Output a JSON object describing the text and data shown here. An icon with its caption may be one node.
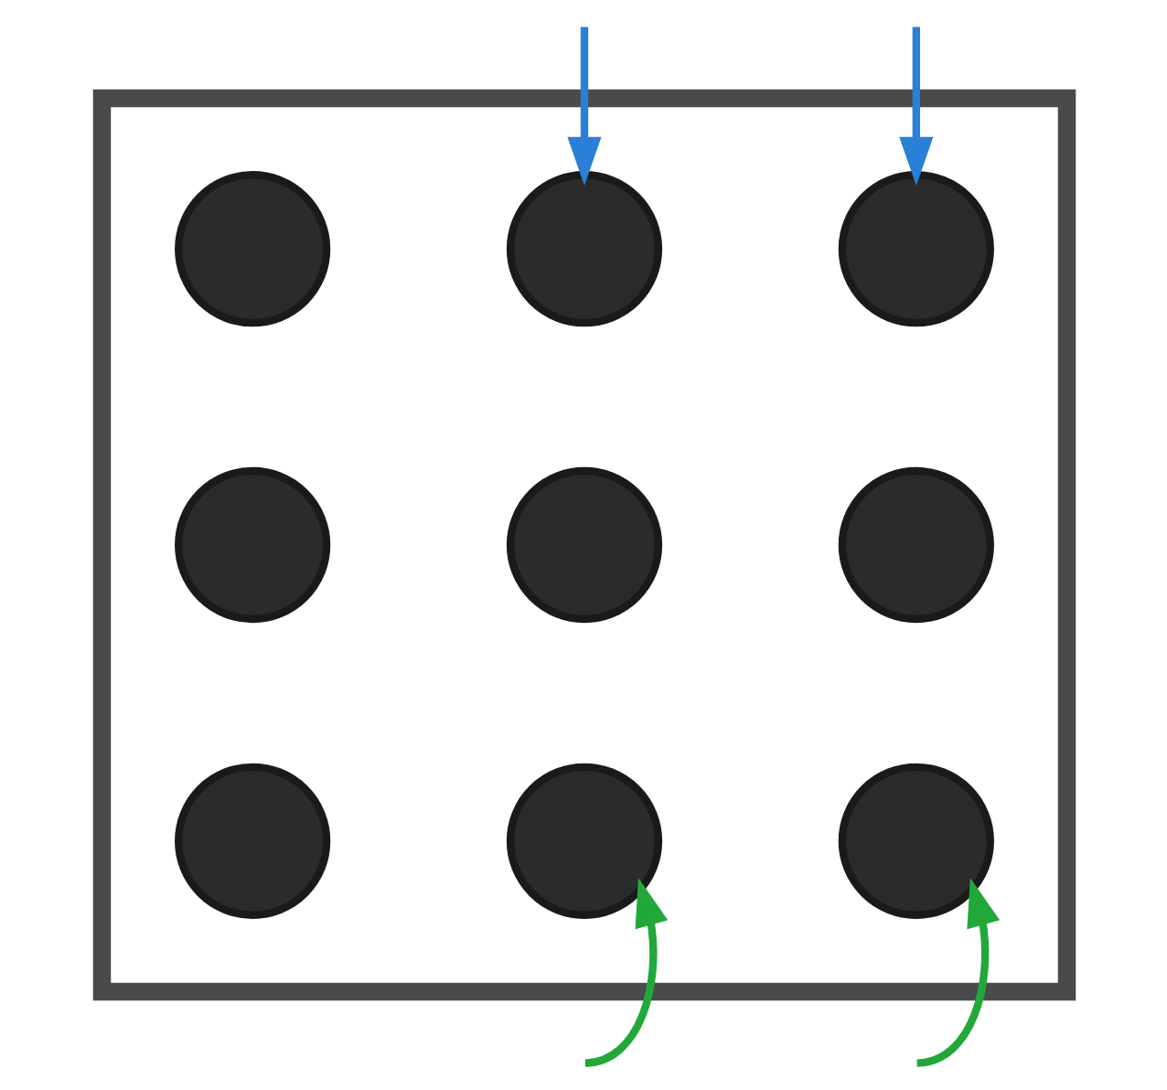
{
  "diagram": {
    "nodes": [
      {
        "text": [],
        "shape": "box"
      },
      {
        "text": [],
        "shape": "circle",
        "in": 0
      },
      {
        "text": [],
        "shape": "circle",
        "in": 0
      },
      {
        "text": [],
        "shape": "circle",
        "in": 0
      },
      {
        "text": [],
        "shape": "circle",
        "in": 0
      },
      {
        "text": [],
        "shape": "circle",
        "in": 0
      },
      {
        "text": [],
        "shape": "circle",
        "in": 0
      },
      {
        "text": [],
        "shape": "circle",
        "in": 0
      },
      {
        "text": [],
        "shape": "circle",
        "in": 0
      },
      {
        "text": [],
        "shape": "circle",
        "in": 0
      }
    ],
    "edges": [
      {
        "from": null,
        "to": 2,
        "arrow": "to",
        "color": "#2a7fd6"
      },
      {
        "from": null,
        "to": 3,
        "arrow": "to",
        "color": "#2a7fd6"
      },
      {
        "from": null,
        "to": 8,
        "arrow": "to",
        "color": "#22a83a"
      },
      {
        "from": null,
        "to": 9,
        "arrow": "to",
        "color": "#22a83a"
      }
    ]
  }
}
